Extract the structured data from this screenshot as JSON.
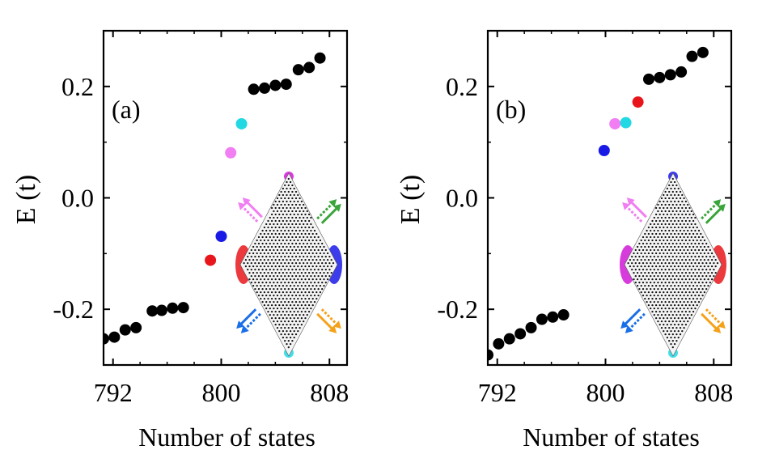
{
  "chart_data": [
    {
      "type": "scatter",
      "panel_label": "(a)",
      "xlabel": "Number of states",
      "ylabel": "E (t)",
      "xlim": [
        791.3,
        809.3
      ],
      "ylim": [
        -0.3,
        0.3
      ],
      "xticks": [
        792,
        800,
        808
      ],
      "xtick_labels": [
        "792",
        "800",
        "808"
      ],
      "yticks": [
        0.2,
        0.0,
        -0.2
      ],
      "ytick_labels": [
        "0.2",
        "0.0",
        "-0.2"
      ],
      "grid": false,
      "legend": "none",
      "points": [
        {
          "x": 791.3,
          "y": -0.253,
          "color": "#000000"
        },
        {
          "x": 792.1,
          "y": -0.25,
          "color": "#000000"
        },
        {
          "x": 792.9,
          "y": -0.237,
          "color": "#000000"
        },
        {
          "x": 793.7,
          "y": -0.233,
          "color": "#000000"
        },
        {
          "x": 794.9,
          "y": -0.203,
          "color": "#000000"
        },
        {
          "x": 795.6,
          "y": -0.202,
          "color": "#000000"
        },
        {
          "x": 796.4,
          "y": -0.198,
          "color": "#000000"
        },
        {
          "x": 797.2,
          "y": -0.197,
          "color": "#000000"
        },
        {
          "x": 799.2,
          "y": -0.112,
          "color": "#e8161b"
        },
        {
          "x": 800.0,
          "y": -0.069,
          "color": "#1a1ae6"
        },
        {
          "x": 800.7,
          "y": 0.081,
          "color": "#f17ef2"
        },
        {
          "x": 801.5,
          "y": 0.133,
          "color": "#22d8e3"
        },
        {
          "x": 802.4,
          "y": 0.195,
          "color": "#000000"
        },
        {
          "x": 803.2,
          "y": 0.197,
          "color": "#000000"
        },
        {
          "x": 804.0,
          "y": 0.202,
          "color": "#000000"
        },
        {
          "x": 804.8,
          "y": 0.204,
          "color": "#000000"
        },
        {
          "x": 805.7,
          "y": 0.23,
          "color": "#000000"
        },
        {
          "x": 806.5,
          "y": 0.234,
          "color": "#000000"
        },
        {
          "x": 807.3,
          "y": 0.251,
          "color": "#000000"
        }
      ]
    },
    {
      "type": "scatter",
      "panel_label": "(b)",
      "xlabel": "Number of states",
      "ylabel": "E (t)",
      "xlim": [
        791.3,
        809.3
      ],
      "ylim": [
        -0.3,
        0.3
      ],
      "xticks": [
        792,
        800,
        808
      ],
      "xtick_labels": [
        "792",
        "800",
        "808"
      ],
      "yticks": [
        0.2,
        0.0,
        -0.2
      ],
      "ytick_labels": [
        "0.2",
        "0.0",
        "-0.2"
      ],
      "grid": false,
      "legend": "none",
      "points": [
        {
          "x": 791.3,
          "y": -0.282,
          "color": "#000000"
        },
        {
          "x": 792.1,
          "y": -0.262,
          "color": "#000000"
        },
        {
          "x": 792.9,
          "y": -0.253,
          "color": "#000000"
        },
        {
          "x": 793.7,
          "y": -0.244,
          "color": "#000000"
        },
        {
          "x": 794.5,
          "y": -0.233,
          "color": "#000000"
        },
        {
          "x": 795.3,
          "y": -0.218,
          "color": "#000000"
        },
        {
          "x": 796.1,
          "y": -0.214,
          "color": "#000000"
        },
        {
          "x": 796.9,
          "y": -0.21,
          "color": "#000000"
        },
        {
          "x": 799.9,
          "y": 0.085,
          "color": "#1a1ae6"
        },
        {
          "x": 800.7,
          "y": 0.133,
          "color": "#f17ef2"
        },
        {
          "x": 801.5,
          "y": 0.135,
          "color": "#22d8e3"
        },
        {
          "x": 802.4,
          "y": 0.172,
          "color": "#e8161b"
        },
        {
          "x": 803.2,
          "y": 0.213,
          "color": "#000000"
        },
        {
          "x": 804.0,
          "y": 0.216,
          "color": "#000000"
        },
        {
          "x": 804.8,
          "y": 0.221,
          "color": "#000000"
        },
        {
          "x": 805.6,
          "y": 0.226,
          "color": "#000000"
        },
        {
          "x": 806.4,
          "y": 0.254,
          "color": "#000000"
        },
        {
          "x": 807.2,
          "y": 0.261,
          "color": "#000000"
        }
      ]
    }
  ],
  "inset": {
    "type": "honeycomb-rhombus",
    "panels": [
      {
        "edge_glow": {
          "top": "#d019d6",
          "left": "#e8161b",
          "right": "#1a1ae6",
          "bottom": "#22d8e3"
        }
      },
      {
        "edge_glow": {
          "top": "#1a1ae6",
          "left": "#d019d6",
          "right": "#e8161b",
          "bottom": "#22d8e3"
        }
      }
    ],
    "arrow_colors": {
      "upper_left": "#f17ef2",
      "upper_right": "#3aa53a",
      "lower_left": "#1a6fe8",
      "lower_right": "#f5a21a"
    }
  }
}
